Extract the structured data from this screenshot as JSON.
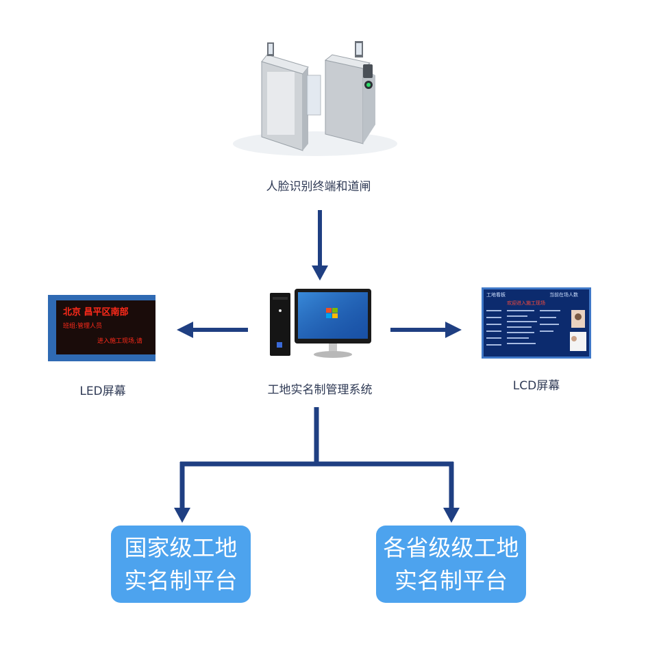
{
  "nodes": {
    "gate_label": "人脸识别终端和道闸",
    "system_label": "工地实名制管理系统",
    "led_label": "LED屏幕",
    "lcd_label": "LCD屏幕",
    "platform_national": {
      "line1": "国家级工地",
      "line2": "实名制平台"
    },
    "platform_provincial": {
      "line1": "各省级级工地",
      "line2": "实名制平台"
    }
  },
  "led_screen": {
    "line1": "北京  昌平区南部",
    "line2": "班组:管理人员",
    "line3": "进入施工现场,请"
  },
  "lcd_screen": {
    "header_left": "工地看板",
    "header_right": "当前在场人数",
    "banner": "欢迎进入施工现场"
  },
  "colors": {
    "arrow": "#1f3f82",
    "platform_bg": "#4da3ee",
    "label_text": "#2f3a55"
  }
}
